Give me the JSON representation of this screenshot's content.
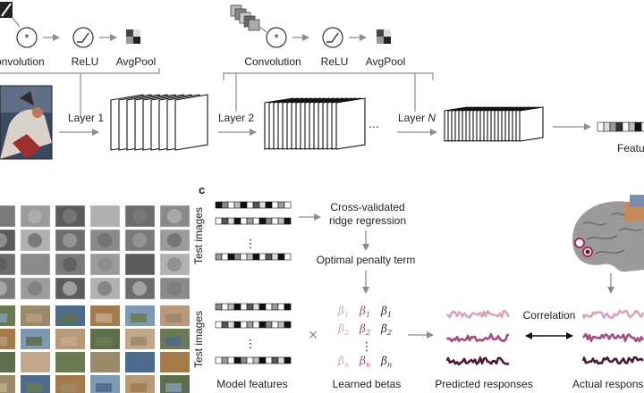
{
  "top": {
    "ops_left": [
      "Convolution",
      "ReLU",
      "AvgPool"
    ],
    "ops_right": [
      "Convolution",
      "ReLU",
      "AvgPool"
    ],
    "layer1": "Layer 1",
    "layer2": "Layer 2",
    "layerN_prefix": "Layer ",
    "layerN_italic": "N",
    "ellipsis": "...",
    "features": "Featu"
  },
  "panel_c": {
    "letter": "c",
    "test_images_1": "Test images",
    "test_images_2": "Test images",
    "ridge_line1": "Cross-validated",
    "ridge_line2": "ridge regression",
    "penalty": "Optimal penalty term",
    "correlation": "Correlation",
    "model_features": "Model features",
    "learned_betas": "Learned betas",
    "predicted_responses": "Predicted responses",
    "actual_responses": "Actual respons",
    "beta_symbol": "β",
    "beta_subs": [
      "1",
      "2",
      "n"
    ],
    "times": "×",
    "vdots": "⋮"
  },
  "colors": {
    "line": "#8c8c8c",
    "dark": "#1a1a1a",
    "pink_light": "#d9a3c0",
    "pink_mid": "#a84b82",
    "pink_dark": "#4a1a35",
    "brain": "#9a9a9a",
    "node": "#a8275a"
  }
}
